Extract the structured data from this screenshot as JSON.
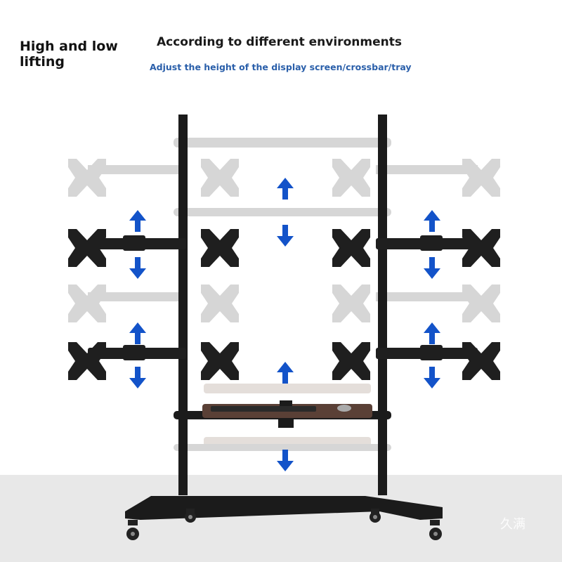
{
  "heading": {
    "left_title": "High and low lifting",
    "main_title": "According to different environments",
    "subtitle": "Adjust the height of the display screen/crossbar/tray"
  },
  "watermark": "久满",
  "colors": {
    "arrow_blue": "#1353c9",
    "subtitle_blue": "#2a5faa",
    "frame_black": "#1b1b1b",
    "ghost_gray": "#cfcfcf",
    "tray_wood": "#5a4036",
    "floor_gray": "#e8e8e8"
  },
  "icons": [
    "up-arrow-icon",
    "down-arrow-icon",
    "vesa-mount-icon",
    "caster-wheel-icon"
  ]
}
